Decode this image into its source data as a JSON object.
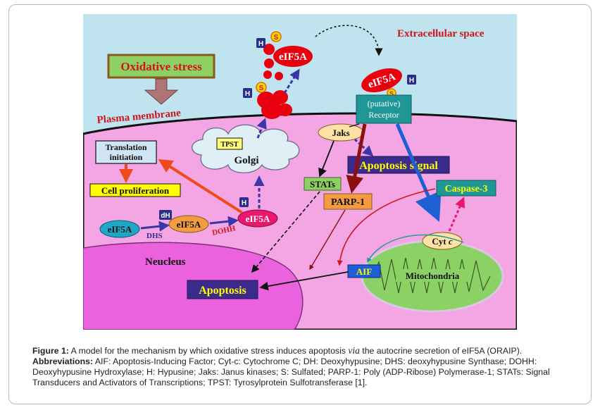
{
  "diagram": {
    "extracellular_label": "Extracellular space",
    "oxidative_stress": "Oxidative stress",
    "plasma_membrane": "Plasma membrane",
    "eif5a": "eIF5A",
    "h": "H",
    "s": "S",
    "dh": "dH",
    "receptor_line1": "(putative)",
    "receptor_line2": "Receptor",
    "jaks": "Jaks",
    "apoptosis_signal": "Apoptosis signal",
    "tpst": "TPST",
    "golgi": "Golgi",
    "translation_line1": "Translation",
    "translation_line2": "initiation",
    "cell_proliferation": "Cell proliferation",
    "stats": "STATs",
    "parp1": "PARP-1",
    "caspase3": "Caspase-3",
    "cytc_prefix": "Cyt ",
    "cytc_suffix": "c",
    "dhs": "DHS",
    "dohh": "DOHH",
    "neucleus": "Neucleus",
    "aif": "AIF",
    "mitochondria": "Mitochondria",
    "apoptosis": "Apoptosis"
  },
  "caption": {
    "figure_label": "Figure 1:",
    "text_before_via": " A model for the mechanism by which oxidative stress induces apoptosis ",
    "via": "via",
    "text_after_via": " the autocrine secretion of eIF5A (ORAIP).",
    "abbrev_label": "Abbreviations:",
    "abbrev_text": " AIF: Apoptosis-Inducing Factor; Cyt-c: Cytochrome C; DH: Deoxyhypusine; DHS: deoxyhypusine Synthase; DOHH: Deoxyhypusine Hydroxylase; H: Hypusine; Jaks: Janus kinases; S: Sulfated; PARP-1: Poly (ADP-Ribose) Polymerase-1; STATs: Signal Transducers and Activators of Transcriptions; TPST: Tyrosylprotein Sulfotransferase [1]."
  },
  "colors": {
    "extracellular": "#bfe3ef",
    "cytoplasm": "#f3a6e3",
    "nucleus": "#ea62dd",
    "mitochondria": "#8cd166",
    "eif5a_red": "#e8000f",
    "apoptosis_box": "#3b2b8c",
    "receptor": "#1f9797",
    "parp": "#f29b40",
    "yellow": "#ffff00"
  }
}
